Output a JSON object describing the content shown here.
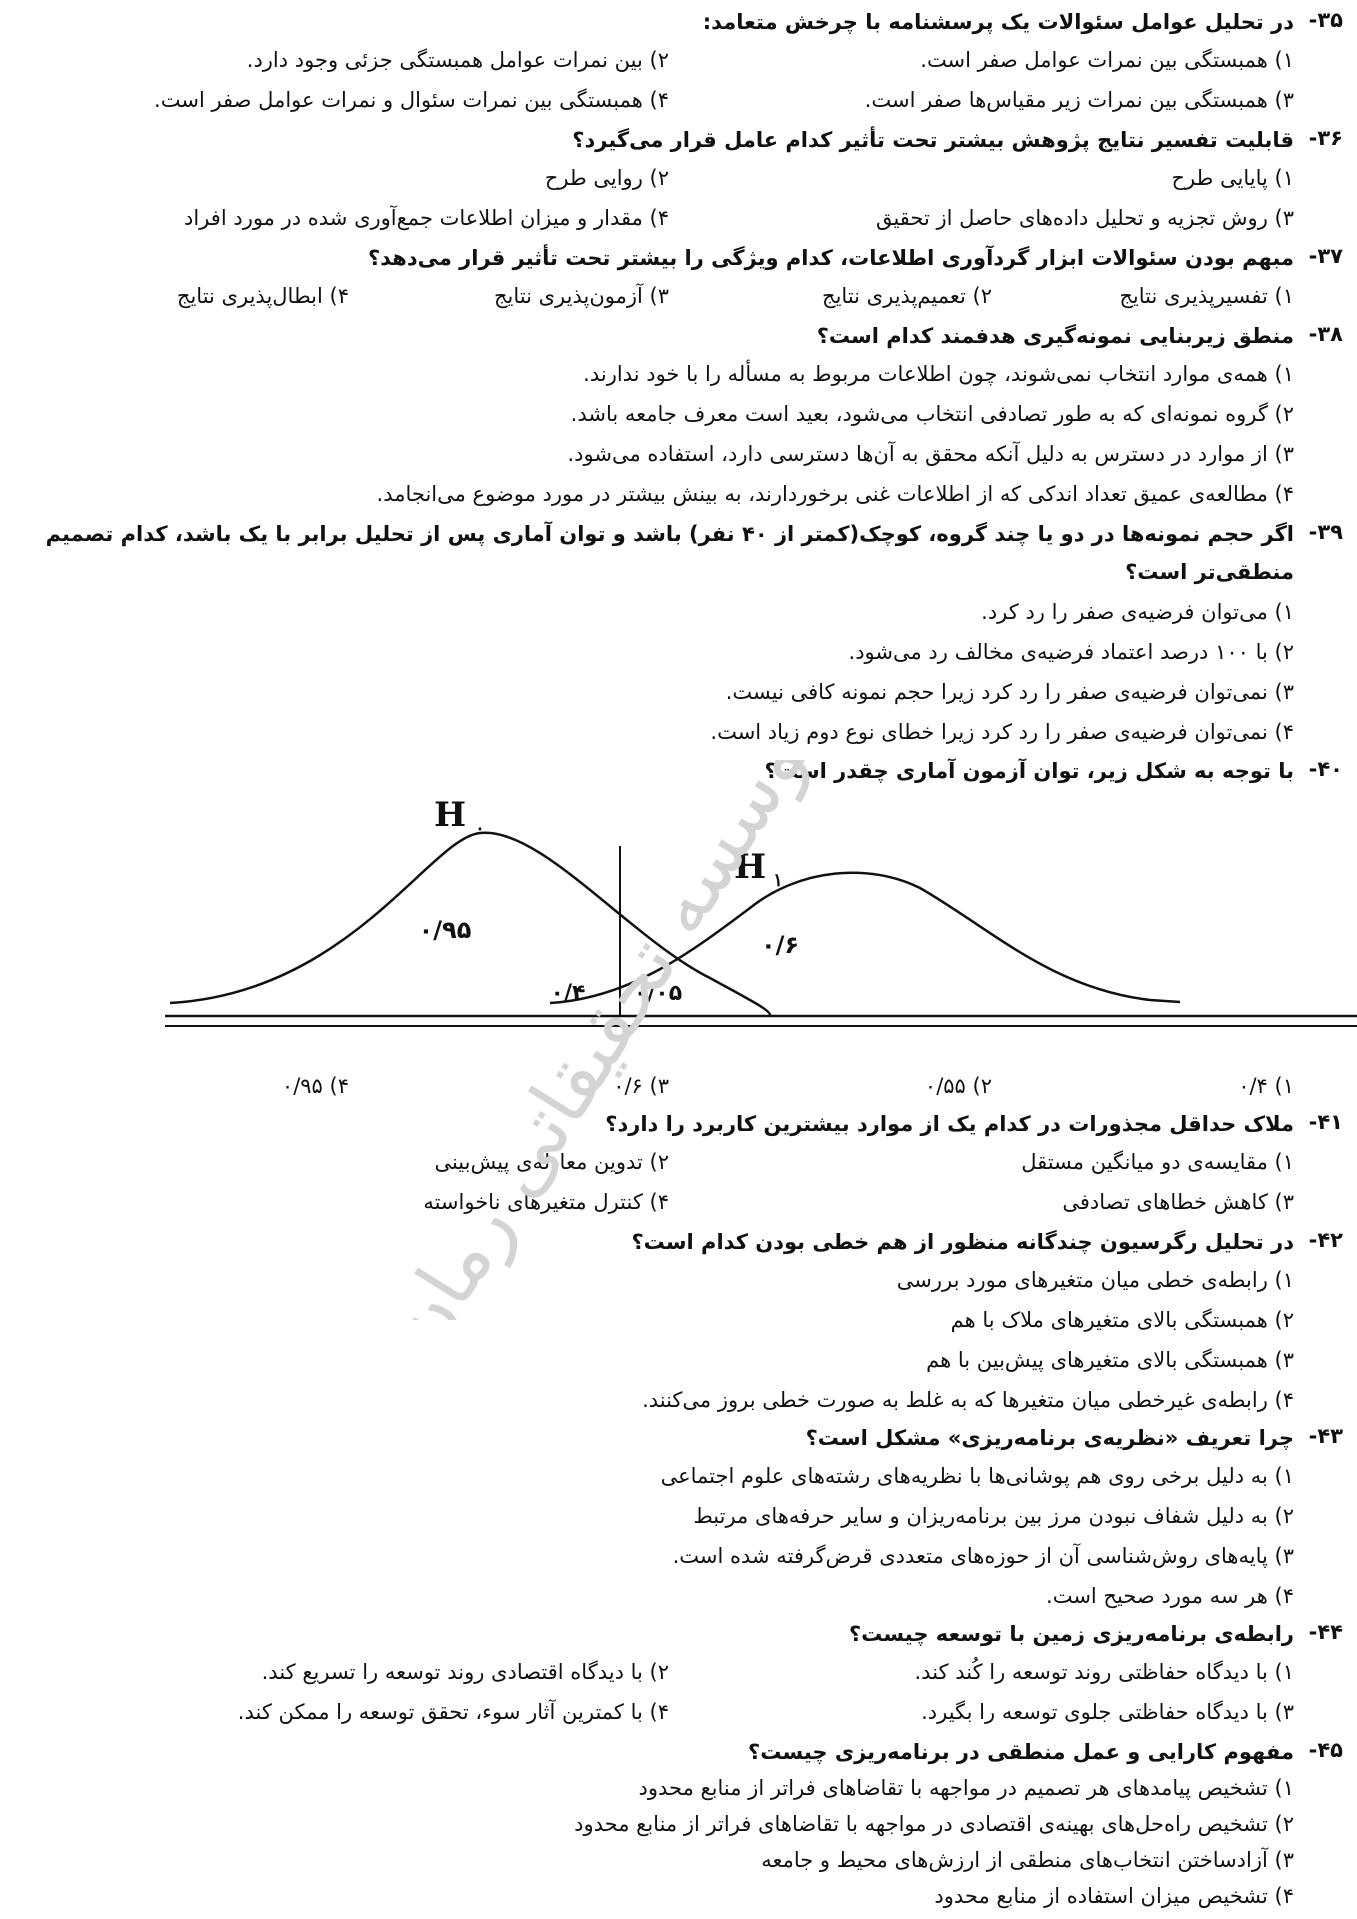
{
  "questions": [
    {
      "num": "-۳۵",
      "text": "در تحلیل عوامل سئوالات یک پرسشنامه با چرخش متعامد:",
      "options": [
        "۱) همبستگی بین نمرات عوامل صفر است.",
        "۲) بین نمرات عوامل همبستگی جزئی وجود دارد.",
        "۳) همبستگی بین نمرات زیر مقیاس‌ها صفر است.",
        "۴) همبستگی بین نمرات سئوال و نمرات عوامل صفر است."
      ]
    },
    {
      "num": "-۳۶",
      "text": "قابلیت تفسیر نتایج پژوهش بیشتر تحت تأثیر کدام عامل قرار می‌گیرد؟",
      "options": [
        "۱) پایایی طرح",
        "۲) روایی طرح",
        "۳) روش تجزیه و تحلیل داده‌های حاصل از تحقیق",
        "۴) مقدار و میزان اطلاعات جمع‌آوری شده در مورد افراد"
      ]
    },
    {
      "num": "-۳۷",
      "text": "مبهم بودن سئوالات ابزار گردآوری اطلاعات، کدام ویژگی را بیشتر تحت تأثیر قرار می‌دهد؟",
      "options": [
        "۱) تفسیرپذیری نتایج",
        "۲) تعمیم‌پذیری نتایج",
        "۳) آزمون‌پذیری نتایج",
        "۴) ابطال‌پذیری نتایج"
      ]
    },
    {
      "num": "-۳۸",
      "text": "منطق زیربنایی نمونه‌گیری هدفمند کدام است؟",
      "options": [
        "۱) همه‌ی موارد انتخاب نمی‌شوند، چون اطلاعات مربوط به مسأله را با خود ندارند.",
        "۲) گروه نمونه‌ای که به طور تصادفی انتخاب می‌شود، بعید است معرف جامعه باشد.",
        "۳) از موارد در دسترس به دلیل آنکه محقق به آن‌ها دسترسی دارد، استفاده می‌شود.",
        "۴) مطالعه‌ی عمیق تعداد اندکی که از اطلاعات غنی برخوردارند، به بینش بیشتر در مورد موضوع می‌انجامد."
      ]
    },
    {
      "num": "-۳۹",
      "text": "اگر حجم نمونه‌ها در دو یا چند گروه، کوچک(کمتر از ۴۰ نفر) باشد و توان آماری پس از تحلیل برابر با یک باشد، کدام تصمیم",
      "text2": "منطقی‌تر است؟",
      "options": [
        "۱) می‌توان فرضیه‌ی صفر را رد کرد.",
        "۲) با ۱۰۰ درصد اعتماد فرضیه‌ی مخالف رد می‌شود.",
        "۳) نمی‌توان فرضیه‌ی صفر را رد کرد زیرا حجم نمونه کافی نیست.",
        "۴) نمی‌توان فرضیه‌ی صفر را رد کرد زیرا خطای نوع دوم زیاد است."
      ]
    },
    {
      "num": "-۴۰",
      "text": "با توجه به شکل زیر، توان آزمون آماری چقدر است؟",
      "options": [
        "۱) ۰/۴",
        "۲) ۰/۵۵",
        "۳) ۰/۶",
        "۴) ۰/۹۵"
      ]
    },
    {
      "num": "-۴۱",
      "text": "ملاک حداقل مجذورات در کدام یک از موارد بیشترین کاربرد را دارد؟",
      "options": [
        "۱) مقایسه‌ی دو میانگین مستقل",
        "۲) تدوین معادله‌ی پیش‌بینی",
        "۳) کاهش خطاهای تصادفی",
        "۴) کنترل متغیرهای ناخواسته"
      ]
    },
    {
      "num": "-۴۲",
      "text": "در تحلیل رگرسیون چندگانه منظور از هم خطی بودن کدام است؟",
      "options": [
        "۱) رابطه‌ی خطی میان متغیرهای مورد بررسی",
        "۲) همبستگی بالای متغیرهای ملاک با هم",
        "۳) همبستگی بالای متغیرهای پیش‌بین با هم",
        "۴) رابطه‌ی غیرخطی میان متغیرها که به غلط به صورت خطی بروز می‌کنند."
      ]
    },
    {
      "num": "-۴۳",
      "text": "چرا تعریف «نظریه‌ی برنامه‌ریزی» مشکل است؟",
      "options": [
        "۱) به دلیل برخی روی هم پوشانی‌ها با نظریه‌های رشته‌های علوم اجتماعی",
        "۲) به دلیل شفاف نبودن مرز بین برنامه‌ریزان و سایر حرفه‌های مرتبط",
        "۳) پایه‌های روش‌شناسی آن از حوزه‌های متعددی قرض‌گرفته شده است.",
        "۴) هر سه مورد صحیح است."
      ]
    },
    {
      "num": "-۴۴",
      "text": "رابطه‌ی برنامه‌ریزی زمین با توسعه چیست؟",
      "options": [
        "۱) با دیدگاه حفاظتی روند توسعه را کُند کند.",
        "۲) با دیدگاه اقتصادی روند توسعه را تسریع کند.",
        "۳) با دیدگاه حفاظتی جلوی توسعه را بگیرد.",
        "۴) با کمترین آثار سوء، تحقق توسعه را ممکن کند."
      ]
    },
    {
      "num": "-۴۵",
      "text": "مفهوم کارایی و عمل منطقی در برنامه‌ریزی چیست؟",
      "options": [
        "۱) تشخیص پیامدهای هر تصمیم در مواجهه با تقاضاهای فراتر از منابع محدود",
        "۲) تشخیص راه‌حل‌های بهینه‌ی اقتصادی در مواجهه با تقاضاهای فراتر از منابع محدود",
        "۳) آزادساختن انتخاب‌های منطقی از ارزش‌های محیط و جامعه",
        "۴) تشخیص میزان استفاده از منابع محدود"
      ]
    }
  ],
  "figure": {
    "h0_label": "H",
    "h0_sub": "۰",
    "h1_label": "H",
    "h1_sub": "۱",
    "val_095": "۰/۹۵",
    "val_06": "۰/۶",
    "val_04": "۰/۴",
    "val_005": "۰/۰۵"
  },
  "watermark": "موسسه تحقیقاتی رمان",
  "colors": {
    "text": "#111111",
    "watermark": "#d4d4d4"
  }
}
